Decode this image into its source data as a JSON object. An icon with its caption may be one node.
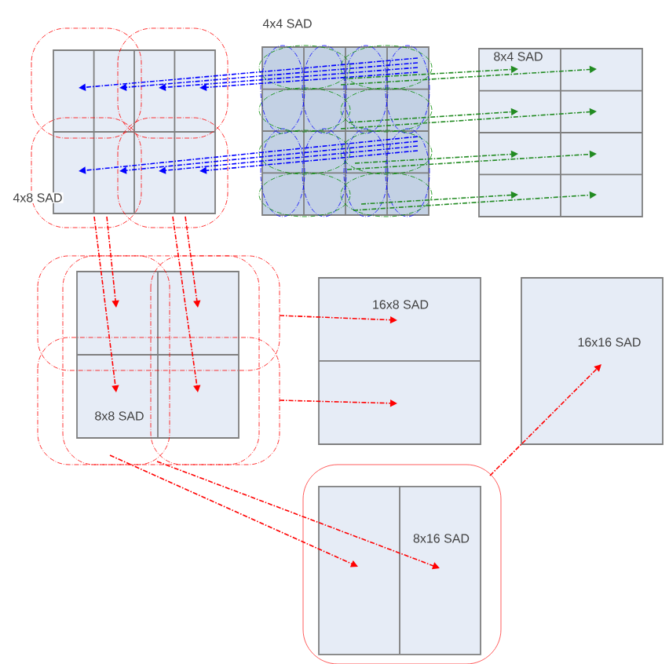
{
  "diagram": {
    "nodes": [
      {
        "text": [
          "4x8 SAD"
        ]
      },
      {
        "text": [
          "4x4 SAD"
        ]
      },
      {
        "text": [
          "8x4 SAD"
        ]
      },
      {
        "text": [
          "8x8 SAD"
        ]
      },
      {
        "text": [
          "16x8 SAD"
        ]
      },
      {
        "text": [
          "16x16 SAD"
        ]
      },
      {
        "text": [
          "8x16 SAD"
        ]
      }
    ],
    "edges": [
      {
        "from": 1,
        "to": 0,
        "arrow": "to",
        "color": "#0000ff"
      },
      {
        "from": 1,
        "to": 0,
        "arrow": "to",
        "color": "#0000ff"
      },
      {
        "from": 1,
        "to": 0,
        "arrow": "to",
        "color": "#0000ff"
      },
      {
        "from": 1,
        "to": 0,
        "arrow": "to",
        "color": "#0000ff"
      },
      {
        "from": 1,
        "to": 0,
        "arrow": "to",
        "color": "#0000ff"
      },
      {
        "from": 1,
        "to": 0,
        "arrow": "to",
        "color": "#0000ff"
      },
      {
        "from": 1,
        "to": 0,
        "arrow": "to",
        "color": "#0000ff"
      },
      {
        "from": 1,
        "to": 0,
        "arrow": "to",
        "color": "#0000ff"
      },
      {
        "from": 1,
        "to": 2,
        "arrow": "to",
        "color": "#228b22"
      },
      {
        "from": 1,
        "to": 2,
        "arrow": "to",
        "color": "#228b22"
      },
      {
        "from": 1,
        "to": 2,
        "arrow": "to",
        "color": "#228b22"
      },
      {
        "from": 1,
        "to": 2,
        "arrow": "to",
        "color": "#228b22"
      },
      {
        "from": 1,
        "to": 2,
        "arrow": "to",
        "color": "#228b22"
      },
      {
        "from": 1,
        "to": 2,
        "arrow": "to",
        "color": "#228b22"
      },
      {
        "from": 1,
        "to": 2,
        "arrow": "to",
        "color": "#228b22"
      },
      {
        "from": 1,
        "to": 2,
        "arrow": "to",
        "color": "#228b22"
      },
      {
        "from": 0,
        "to": 3,
        "arrow": "to"
      },
      {
        "from": 0,
        "to": 3,
        "arrow": "to"
      },
      {
        "from": 0,
        "to": 3,
        "arrow": "to"
      },
      {
        "from": 0,
        "to": 3,
        "arrow": "to"
      },
      {
        "from": 3,
        "to": 4,
        "arrow": "to"
      },
      {
        "from": 3,
        "to": 4,
        "arrow": "to"
      },
      {
        "from": 3,
        "to": 6,
        "arrow": "to"
      },
      {
        "from": 3,
        "to": 6,
        "arrow": "to"
      },
      {
        "from": 6,
        "to": 5,
        "arrow": "to"
      }
    ]
  }
}
